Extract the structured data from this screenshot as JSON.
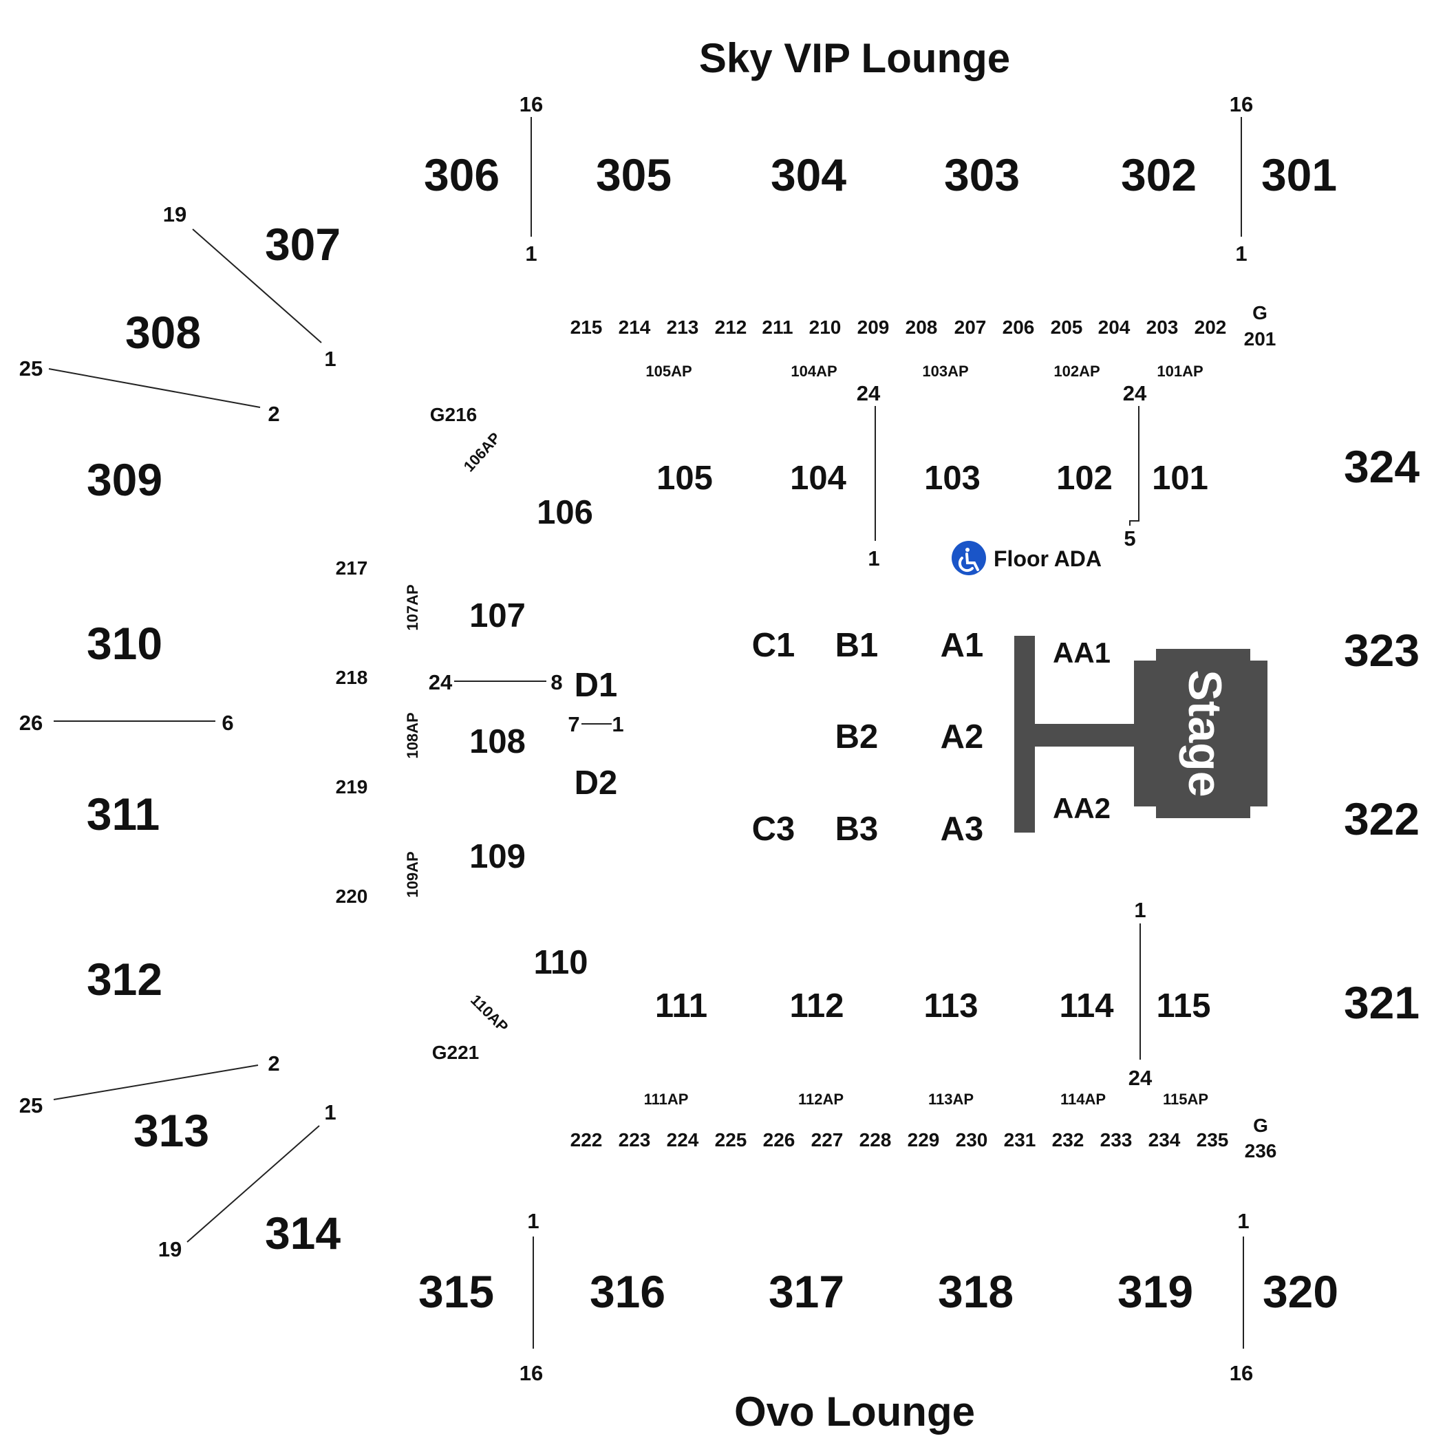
{
  "map": {
    "lounges": {
      "north": "Sky VIP Lounge",
      "south": "Ovo Lounge"
    },
    "stage_label": "Stage",
    "floor_ada_label": "Floor ADA",
    "colors": {
      "text": "#111111",
      "stage": "#4d4d4d",
      "ada_icon": "#1a55c8"
    },
    "sections_300": [
      "301",
      "302",
      "303",
      "304",
      "305",
      "306",
      "307",
      "308",
      "309",
      "310",
      "311",
      "312",
      "313",
      "314",
      "315",
      "316",
      "317",
      "318",
      "319",
      "320",
      "321",
      "322",
      "323",
      "324"
    ],
    "sections_200": [
      "201",
      "202",
      "203",
      "204",
      "205",
      "206",
      "207",
      "208",
      "209",
      "210",
      "211",
      "212",
      "213",
      "214",
      "215",
      "G216",
      "217",
      "218",
      "219",
      "220",
      "G221",
      "222",
      "223",
      "224",
      "225",
      "226",
      "227",
      "228",
      "229",
      "230",
      "231",
      "232",
      "233",
      "234",
      "235",
      "236"
    ],
    "gate_label": "G",
    "sections_100": [
      "101",
      "102",
      "103",
      "104",
      "105",
      "106",
      "107",
      "108",
      "109",
      "110",
      "111",
      "112",
      "113",
      "114",
      "115"
    ],
    "sections_ap": [
      "101AP",
      "102AP",
      "103AP",
      "104AP",
      "105AP",
      "106AP",
      "107AP",
      "108AP",
      "109AP",
      "110AP",
      "111AP",
      "112AP",
      "113AP",
      "114AP",
      "115AP"
    ],
    "floor_sections": [
      "A1",
      "A2",
      "A3",
      "B1",
      "B2",
      "B3",
      "C1",
      "C3",
      "D1",
      "D2",
      "AA1",
      "AA2"
    ],
    "row_numbers": {
      "n306_top": "16",
      "n306_bottom": "1",
      "n301_top": "16",
      "n301_bottom": "1",
      "n307_19": "19",
      "n307_1": "1",
      "n308_25": "25",
      "n308_2": "2",
      "n310_26": "26",
      "n310_6": "6",
      "n313_25": "25",
      "n313_2": "2",
      "n314_1": "1",
      "n314_19": "19",
      "n315_top": "1",
      "n315_bottom": "16",
      "n320_top": "1",
      "n320_bottom": "16",
      "n104_top": "24",
      "n104_bottom": "1",
      "n101_top": "24",
      "n101_bottom": "5",
      "n115_top": "1",
      "n115_bottom": "24",
      "d1_24": "24",
      "d1_8": "8",
      "d_7": "7",
      "d_1": "1"
    }
  }
}
